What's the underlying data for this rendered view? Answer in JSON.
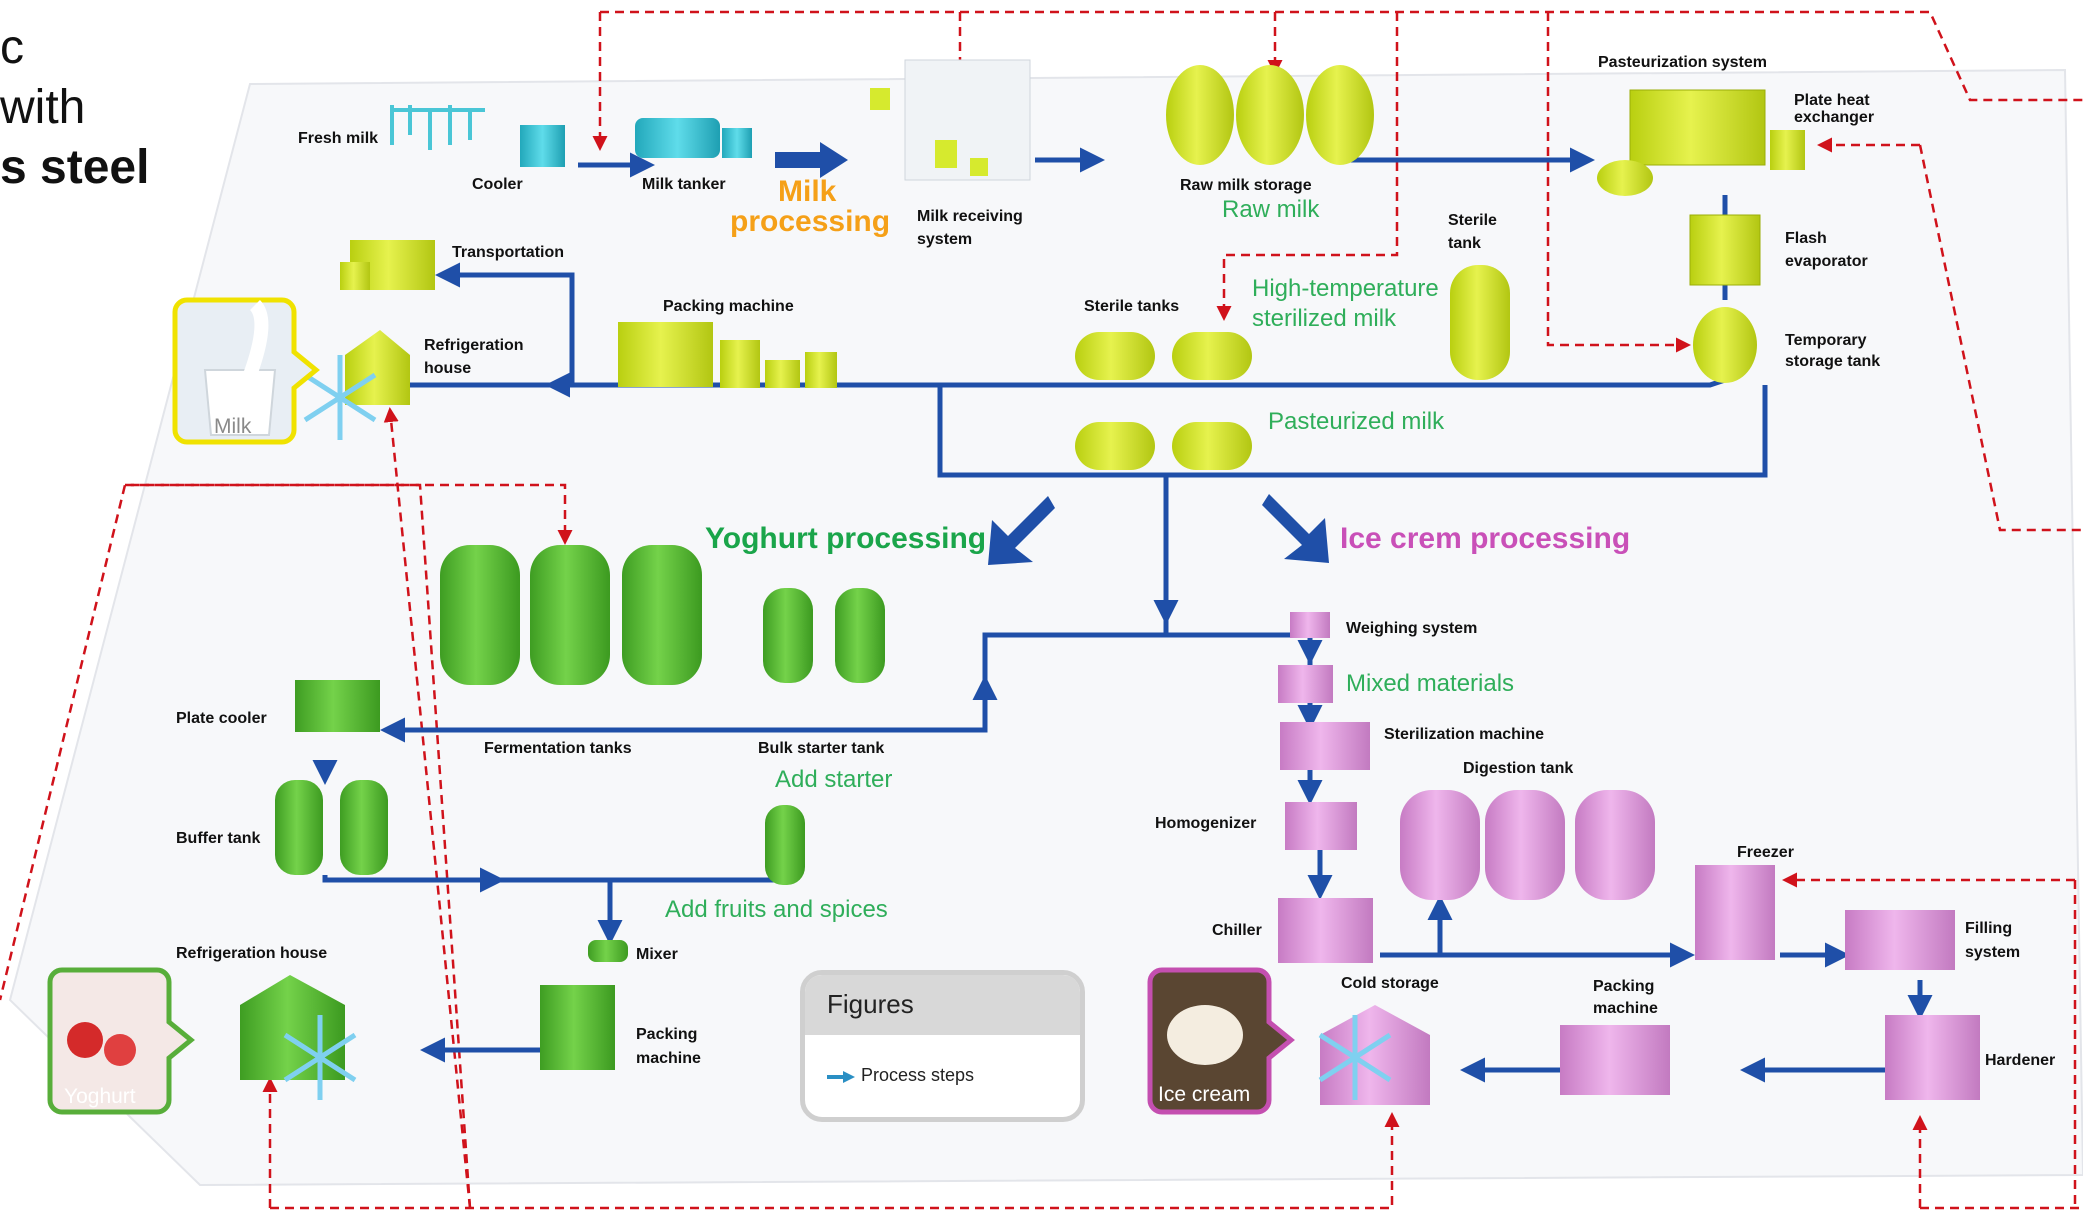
{
  "heading": {
    "line1": "c",
    "line2": "with",
    "line3": "s steel"
  },
  "process_titles": {
    "milk_1": "Milk",
    "milk_2": "processing",
    "yoghurt": "Yoghurt processing",
    "ice_cream": "Ice crem processing"
  },
  "stages": {
    "raw_milk": "Raw milk",
    "high_temp_1": "High-temperature",
    "high_temp_2": "sterilized milk",
    "pasteurized": "Pasteurized milk",
    "mixed": "Mixed materials",
    "add_starter": "Add starter",
    "add_fruits": "Add fruits and spices"
  },
  "labels": {
    "fresh_milk": "Fresh milk",
    "cooler": "Cooler",
    "milk_tanker": "Milk tanker",
    "milk_receiving_1": "Milk receiving",
    "milk_receiving_2": "system",
    "raw_milk_storage": "Raw milk storage",
    "pasteurization_system": "Pasteurization system",
    "plate_heat_1": "Plate heat",
    "plate_heat_2": "exchanger",
    "sterile_tank_1": "Sterile",
    "sterile_tank_2": "tank",
    "flash_1": "Flash",
    "flash_2": "evaporator",
    "temporary_1": "Temporary",
    "temporary_2": "storage tank",
    "transportation": "Transportation",
    "packing_machine_top": "Packing machine",
    "sterile_tanks": "Sterile tanks",
    "refrigeration_1": "Refrigeration",
    "refrigeration_2": "house",
    "weighing": "Weighing system",
    "sterilization_machine": "Sterilization machine",
    "digestion_tank": "Digestion tank",
    "homogenizer": "Homogenizer",
    "freezer": "Freezer",
    "chiller": "Chiller",
    "filling_1": "Filling",
    "filling_2": "system",
    "cold_storage": "Cold storage",
    "packing_machine_ic_1": "Packing",
    "packing_machine_ic_2": "machine",
    "hardener": "Hardener",
    "plate_cooler": "Plate cooler",
    "fermentation_tanks": "Fermentation tanks",
    "bulk_starter_tank": "Bulk starter tank",
    "buffer_tank": "Buffer tank",
    "mixer": "Mixer",
    "refrigeration_house_y": "Refrigeration house",
    "packing_machine_y_1": "Packing",
    "packing_machine_y_2": "machine"
  },
  "products": {
    "milk": "Milk",
    "yoghurt": "Yoghurt",
    "ice_cream": "Ice cream"
  },
  "legend": {
    "title": "Figures",
    "item": "Process steps"
  },
  "colors": {
    "pipe": "#1f4fa8",
    "milk_equipment": "#d6ea2e",
    "yoghurt_equipment": "#5fc43a",
    "ice_cream_equipment": "#e8a0e2",
    "receiving_equipment": "#40c8d8",
    "milk_title": "#f5a018",
    "yoghurt_title": "#1aa54a",
    "ice_cream_title": "#c950b8",
    "stage_text": "#2fae5a",
    "callout_line": "#d0121b",
    "snowflake": "#7fd0f0"
  }
}
